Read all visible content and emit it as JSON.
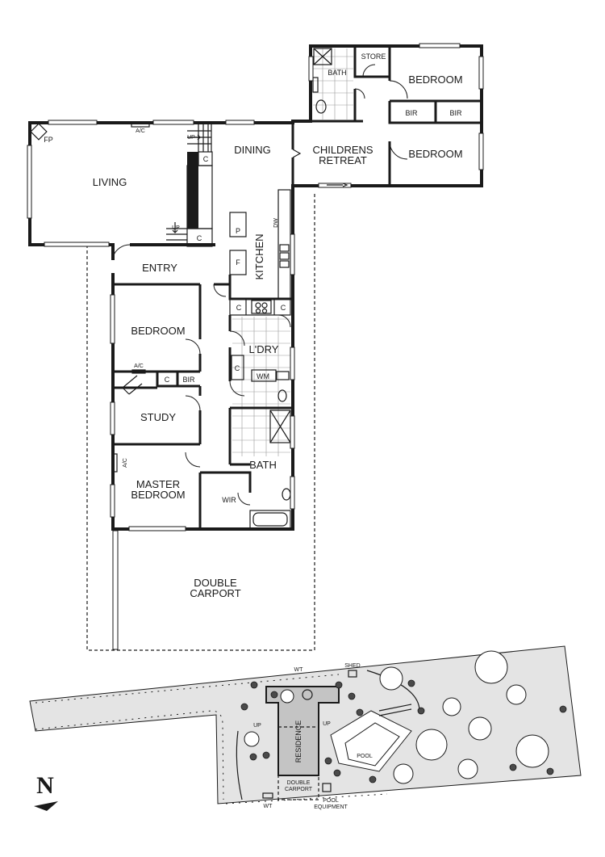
{
  "rooms": {
    "bath_upper": "BATH",
    "store": "STORE",
    "bedroom_ne1": "BEDROOM",
    "bir_1": "BIR",
    "bir_2": "BIR",
    "bedroom_ne2": "BEDROOM",
    "childrens_retreat_1": "CHILDRENS",
    "childrens_retreat_2": "RETREAT",
    "dining": "DINING",
    "living": "LIVING",
    "entry": "ENTRY",
    "kitchen": "KITCHEN",
    "bedroom_w": "BEDROOM",
    "laundry": "L'DRY",
    "study": "STUDY",
    "bath_lower": "BATH",
    "master_bedroom_1": "MASTER",
    "master_bedroom_2": "BEDROOM",
    "wir": "WIR",
    "double_carport_1": "DOUBLE",
    "double_carport_2": "CARPORT"
  },
  "fixtures": {
    "fp_living": "FP",
    "ac_living": "A/C",
    "up_top": "UP",
    "c_top": "C",
    "fp_center": "FP",
    "up_bottom": "UP",
    "c_bottom": "C",
    "pantry": "P",
    "fridge": "F",
    "dw": "DW",
    "c_kitchen_left": "C",
    "c_kitchen_right": "C",
    "c_laundry": "C",
    "wm": "WM",
    "ac_bedroom": "A/C",
    "c_bedroom": "C",
    "bir_bedroom": "BIR",
    "ac_master": "A/C"
  },
  "site": {
    "wt_top": "WT",
    "shed": "SHED",
    "up_left": "UP",
    "up_right": "UP",
    "residence": "RESIDENCE",
    "pool": "POOL",
    "double_carport_1": "DOUBLE",
    "double_carport_2": "CARPORT",
    "wt_bottom": "WT",
    "pool_equipment_1": "POOL",
    "pool_equipment_2": "EQUIPMENT"
  },
  "compass": {
    "north": "N"
  }
}
